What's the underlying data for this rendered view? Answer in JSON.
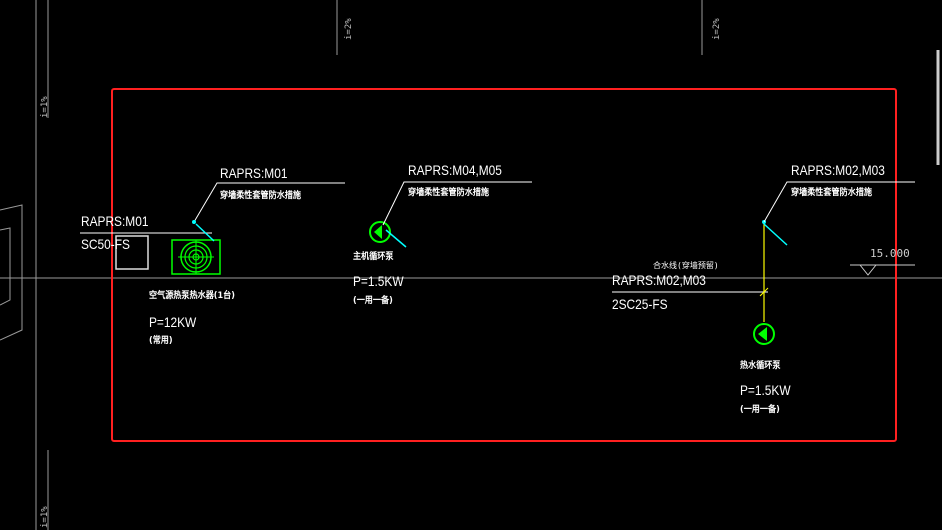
{
  "slopes": {
    "left_top": "i=1%",
    "left_bottom": "i=1%",
    "top1": "i=2%",
    "top2": "i=2%"
  },
  "unit_left": {
    "tag": "RAPRS:M01",
    "pipe": "SC50-FS",
    "name": "空气源热泵热水器(1台)",
    "power": "P=12KW",
    "note": "(常用)",
    "leader_tag": "RAPRS:M01",
    "leader_note": "穿墙柔性套管防水措施"
  },
  "pump_main": {
    "leader_tag": "RAPRS:M04,M05",
    "leader_note": "穿墙柔性套管防水措施",
    "name": "主机循环泵",
    "power": "P=1.5KW",
    "note": "(一用一备)"
  },
  "pump_hot": {
    "leader_tag": "RAPRS:M02,M03",
    "leader_note": "穿墙柔性套管防水措施",
    "tag": "RAPRS:M02,M03",
    "pipe": "2SC25-FS",
    "mid_note": "合水线(穿墙预留)",
    "name": "热水循环泵",
    "power": "P=1.5KW",
    "note": "(一用一备)"
  },
  "elevation": "15.000",
  "colors": {
    "highlight": "#ff2020",
    "equipment": "#00ff00",
    "cyan": "#00ffff",
    "pipe": "#ffff00",
    "line": "#ffffff",
    "grid": "#808080"
  }
}
